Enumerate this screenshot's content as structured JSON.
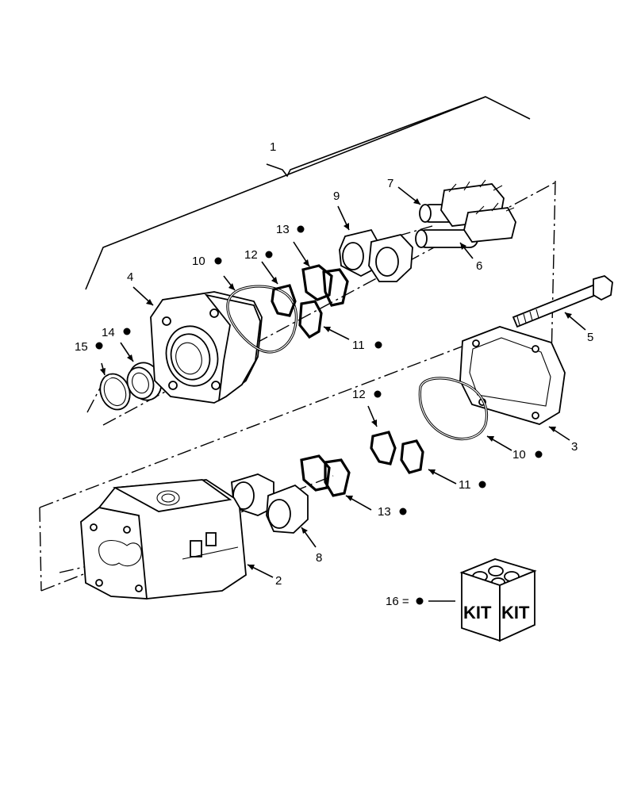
{
  "callouts": [
    {
      "id": "1",
      "text": "1"
    },
    {
      "id": "2",
      "text": "2"
    },
    {
      "id": "3",
      "text": "3"
    },
    {
      "id": "4",
      "text": "4"
    },
    {
      "id": "5",
      "text": "5"
    },
    {
      "id": "6",
      "text": "6"
    },
    {
      "id": "7",
      "text": "7"
    },
    {
      "id": "8",
      "text": "8"
    },
    {
      "id": "9",
      "text": "9"
    },
    {
      "id": "10a",
      "text": "10"
    },
    {
      "id": "10b",
      "text": "10"
    },
    {
      "id": "11a",
      "text": "11"
    },
    {
      "id": "11b",
      "text": "11"
    },
    {
      "id": "12a",
      "text": "12"
    },
    {
      "id": "12b",
      "text": "12"
    },
    {
      "id": "13a",
      "text": "13"
    },
    {
      "id": "13b",
      "text": "13"
    },
    {
      "id": "14",
      "text": "14"
    },
    {
      "id": "15",
      "text": "15"
    }
  ],
  "kit": {
    "legend": "16 =",
    "label_left": "KIT",
    "label_right": "KIT"
  }
}
